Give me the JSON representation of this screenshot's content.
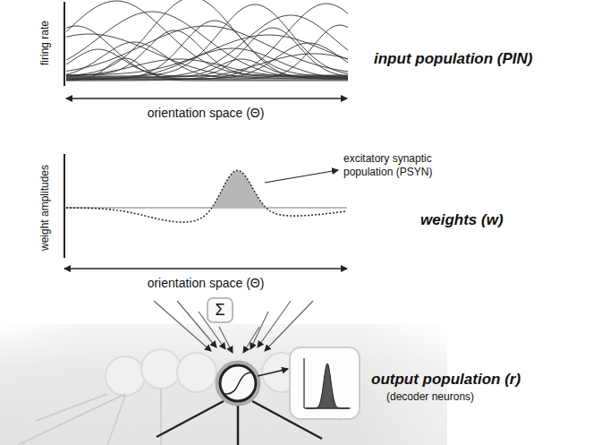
{
  "diagram": {
    "nodes": [
      {
        "text": [
          "Σ"
        ]
      }
    ],
    "labels": [
      "firing rate",
      "input population (PIN)",
      "orientation space (Θ)",
      "weight amplitudes",
      "excitatory synaptic population (PSYN)",
      "weights (w)",
      "orientation space (Θ)",
      "output population (r)",
      "(decoder neurons)"
    ]
  }
}
